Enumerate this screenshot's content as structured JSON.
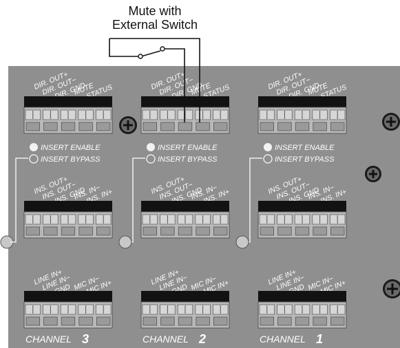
{
  "callout": {
    "line1": "Mute with",
    "line2": "External Switch"
  },
  "colors": {
    "panel": "#8f8f8f",
    "panel_edge": "#7a7a7a",
    "connector_black": "#121212",
    "connector_body": "#b9b9b9",
    "label_text": "#ffffff",
    "led_on": "#f2f2f2"
  },
  "icons": [
    "switch-icon",
    "screw-icon",
    "led-icon",
    "bracket-icon"
  ],
  "labels": {
    "output_pins": [
      "DIR. OUT+",
      "DIR. OUT−",
      "DIR. GND",
      "MUTE",
      "STATUS"
    ],
    "insert_pins": [
      "INS. OUT+",
      "INS. OUT−",
      "INS. GND",
      "INS. IN−",
      "INS. IN+"
    ],
    "input_pins": [
      "LINE IN+",
      "LINE IN−",
      "GND",
      "MIC IN−",
      "MIC IN+"
    ],
    "insert_enable": "INSERT ENABLE",
    "insert_bypass": "INSERT BYPASS",
    "channel_word": "CHANNEL"
  },
  "channels": [
    {
      "number": "3"
    },
    {
      "number": "2"
    },
    {
      "number": "1"
    }
  ]
}
